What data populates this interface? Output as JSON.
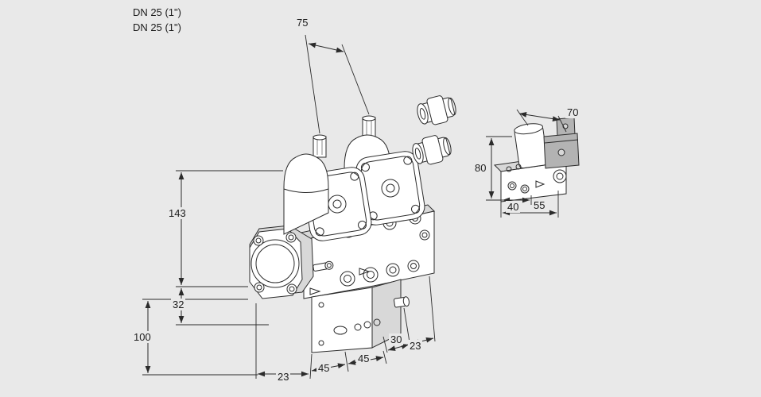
{
  "colors": {
    "background": "#e9e9e9",
    "line": "#2b2b2b",
    "shade": "#d8d8d8",
    "connector_gray": "#b3b3b3"
  },
  "annotations": {
    "dn_labels": [
      "DN 25 (1\")",
      "DN 25 (1\")"
    ]
  },
  "main_view": {
    "dimensions": {
      "actuator_spacing": "75",
      "height_upper": "143",
      "height_port_offset": "32",
      "height_lower": "100",
      "bottom_left": "23",
      "bottom_mid_a": "45",
      "bottom_mid_b": "45",
      "depth_a": "30",
      "depth_b": "23"
    }
  },
  "detail_view": {
    "dimensions": {
      "width_top": "70",
      "height": "80",
      "width_bottom_a": "40",
      "width_bottom_b": "55"
    }
  }
}
